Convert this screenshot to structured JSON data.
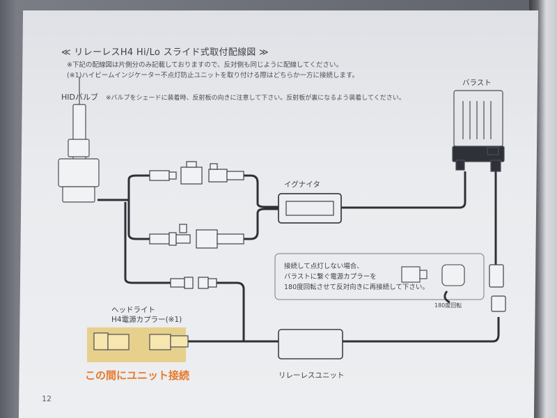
{
  "header": {
    "title": "≪ リレーレスH4 Hi/Lo スライド式取付配線図 ≫",
    "note1": "※下記の配線図は片側分のみ記載しておりますので、反対側も同じように配線してください。",
    "note2": "(※1)ハイビームインジケーター不点灯防止ユニットを取り付ける際はどちらか一方に接続します。"
  },
  "hid": {
    "label": "HIDバルブ",
    "note": "※バルブをシェードに装着時、反射板の向きに注意して下さい。反射板が裏になるよう装着してください。"
  },
  "labels": {
    "ballast": "バラスト",
    "igniter": "イグナイタ",
    "coupler_line1": "ヘッドライト",
    "coupler_line2": "H4電源カプラー(※1)",
    "relayless_unit": "リレーレスユニット",
    "rotation": "180度回転"
  },
  "note_box": {
    "line1": "接続して点灯しない場合、",
    "line2": "バラストに繋ぐ電源カプラーを",
    "line3": "180度回転させて反対向きに再接続して下さい。"
  },
  "callout": "この間にユニット接続",
  "page_number": "12",
  "colors": {
    "callout": "#e8782a",
    "highlight": "#e7cf86",
    "line": "#2e3038"
  }
}
